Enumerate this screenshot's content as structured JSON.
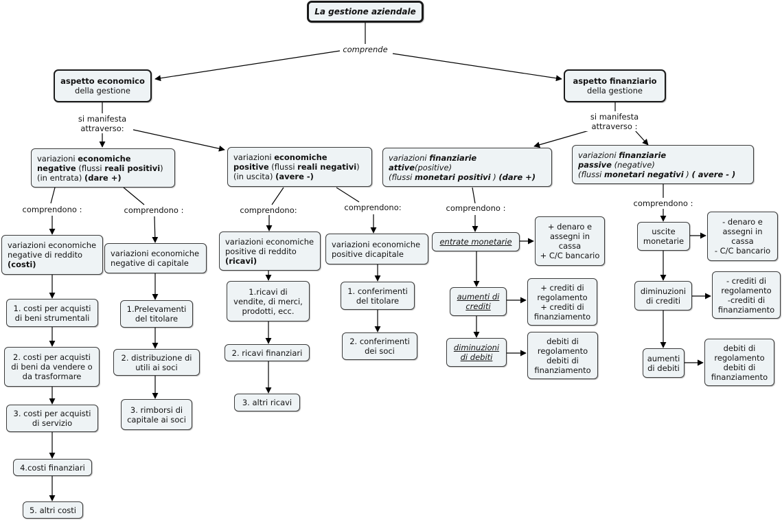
{
  "root": "La gestione aziendale",
  "links": {
    "comprende": "comprende",
    "si_manifesta_1": "si manifesta",
    "attraverso_1": "attraverso:",
    "si_manifesta_2": "si manifesta",
    "attraverso_2": "attraverso :",
    "comprendono_a": "comprendono :",
    "comprendono_b": "comprendono :",
    "comprendono_c": "comprendono:",
    "comprendono_d": "comprendono:",
    "comprendono_e": "comprendono :",
    "comprendono_f": "comprendono :"
  },
  "aspetto_economico": {
    "title": "aspetto economico",
    "sub": "della gestione"
  },
  "aspetto_finanziario": {
    "title": "aspetto finanziario",
    "sub": "della gestione"
  },
  "var_econ_neg": {
    "w1": "variazioni ",
    "b1": "economiche",
    "b2": "negative",
    "w2": " (flussi ",
    "b3": "reali positivi",
    "w3": ")",
    "w4": "(in entrata) ",
    "b4": "(dare +)"
  },
  "var_econ_pos": {
    "w1": "variazioni ",
    "b1": "economiche",
    "b2": "positive",
    "w2": " (flussi ",
    "b3": "reali negativi",
    "w3": ")",
    "w4": "(in uscita) ",
    "b4": "(avere -)"
  },
  "var_fin_att": {
    "w1": "variazioni  ",
    "b1": "finanziarie",
    "b2": "attive",
    "w2": "(positive)",
    "w3": "(flussi  ",
    "b3": "monetari  positivi",
    "w4": " ) ",
    "b4": "(dare +)"
  },
  "var_fin_pas": {
    "w1": "variazioni  ",
    "b1": "finanziarie",
    "b2": "passive",
    "w2": "  (negative)",
    "w3": "(flussi  ",
    "b3": "monetari  negativi",
    "w4": " ) ",
    "b4": "( avere - )"
  },
  "neg_reddito": {
    "l1": "variazioni economiche",
    "l2": "negative di reddito",
    "l3": "(costi)"
  },
  "neg_capitale": {
    "l1": "variazioni economiche",
    "l2": "negative di capitale"
  },
  "pos_reddito": {
    "l1": "variazioni economiche",
    "l2": " positive di reddito",
    "l3": "(ricavi)"
  },
  "pos_capitale": {
    "l1": "variazioni economiche",
    "l2": "positive dicapitale"
  },
  "costi": [
    {
      "l1": "1. costi per acquisti",
      "l2": "di beni strumentali"
    },
    {
      "l1": "2. costi per acquisti",
      "l2": "di beni da vendere o",
      "l3": "da trasformare"
    },
    {
      "l1": "3. costi per acquisti",
      "l2": "di servizio"
    },
    {
      "l1": "4.costi finanziari"
    },
    {
      "l1": "5. altri costi"
    }
  ],
  "capitale_neg": [
    {
      "l1": "1.Prelevamenti",
      "l2": "del titolare"
    },
    {
      "l1": "2. distribuzione di",
      "l2": "utili ai soci"
    },
    {
      "l1": "3. rimborsi di",
      "l2": "capitale ai soci"
    }
  ],
  "ricavi": [
    {
      "l1": "1.ricavi di",
      "l2": "vendite, di merci,",
      "l3": "prodotti, ecc."
    },
    {
      "l1": "2. ricavi finanziari"
    },
    {
      "l1": "3. altri ricavi"
    }
  ],
  "capitale_pos": [
    {
      "l1": "1. conferimenti",
      "l2": "del titolare"
    },
    {
      "l1": "2. conferimenti",
      "l2": "dei soci"
    }
  ],
  "entrate_monetarie": "entrate monetarie",
  "entrate_det": {
    "l1": "+ denaro e",
    "l2": "assegni in",
    "l3": "cassa",
    "l4": "+ C/C bancario"
  },
  "aumenti_crediti": {
    "l1": "aumenti di",
    "l2": "crediti"
  },
  "aumenti_crediti_det": {
    "l1": "+ crediti di",
    "l2": "regolamento",
    "l3": "+ crediti di",
    "l4": "finanziamento"
  },
  "diminuzioni_debiti": {
    "l1": "diminuzioni ",
    "l2": "di debiti"
  },
  "diminuzioni_debiti_det": {
    "l1": "debiti di",
    "l2": "regolamento",
    "l3": "debiti di",
    "l4": "finanziamento"
  },
  "uscite_monetarie": {
    "l1": "uscite",
    "l2": "monetarie"
  },
  "uscite_det": {
    "l1": "- denaro e",
    "l2": "assegni in",
    "l3": "cassa",
    "l4": "- C/C bancario"
  },
  "diminuzioni_crediti": {
    "l1": "diminuzioni",
    "l2": "di crediti"
  },
  "diminuzioni_crediti_det": {
    "l1": "- crediti di",
    "l2": "regolamento",
    "l3": "-crediti di",
    "l4": "finanziamento"
  },
  "aumenti_debiti": {
    "l1": "aumenti",
    "l2": "di debiti"
  },
  "aumenti_debiti_det": {
    "l1": "debiti di",
    "l2": "regolamento",
    "l3": "debiti di",
    "l4": "finanziamento"
  },
  "colors": {
    "node_fill": "#eef3f5",
    "border": "#1a1a1a",
    "line": "#000000"
  }
}
